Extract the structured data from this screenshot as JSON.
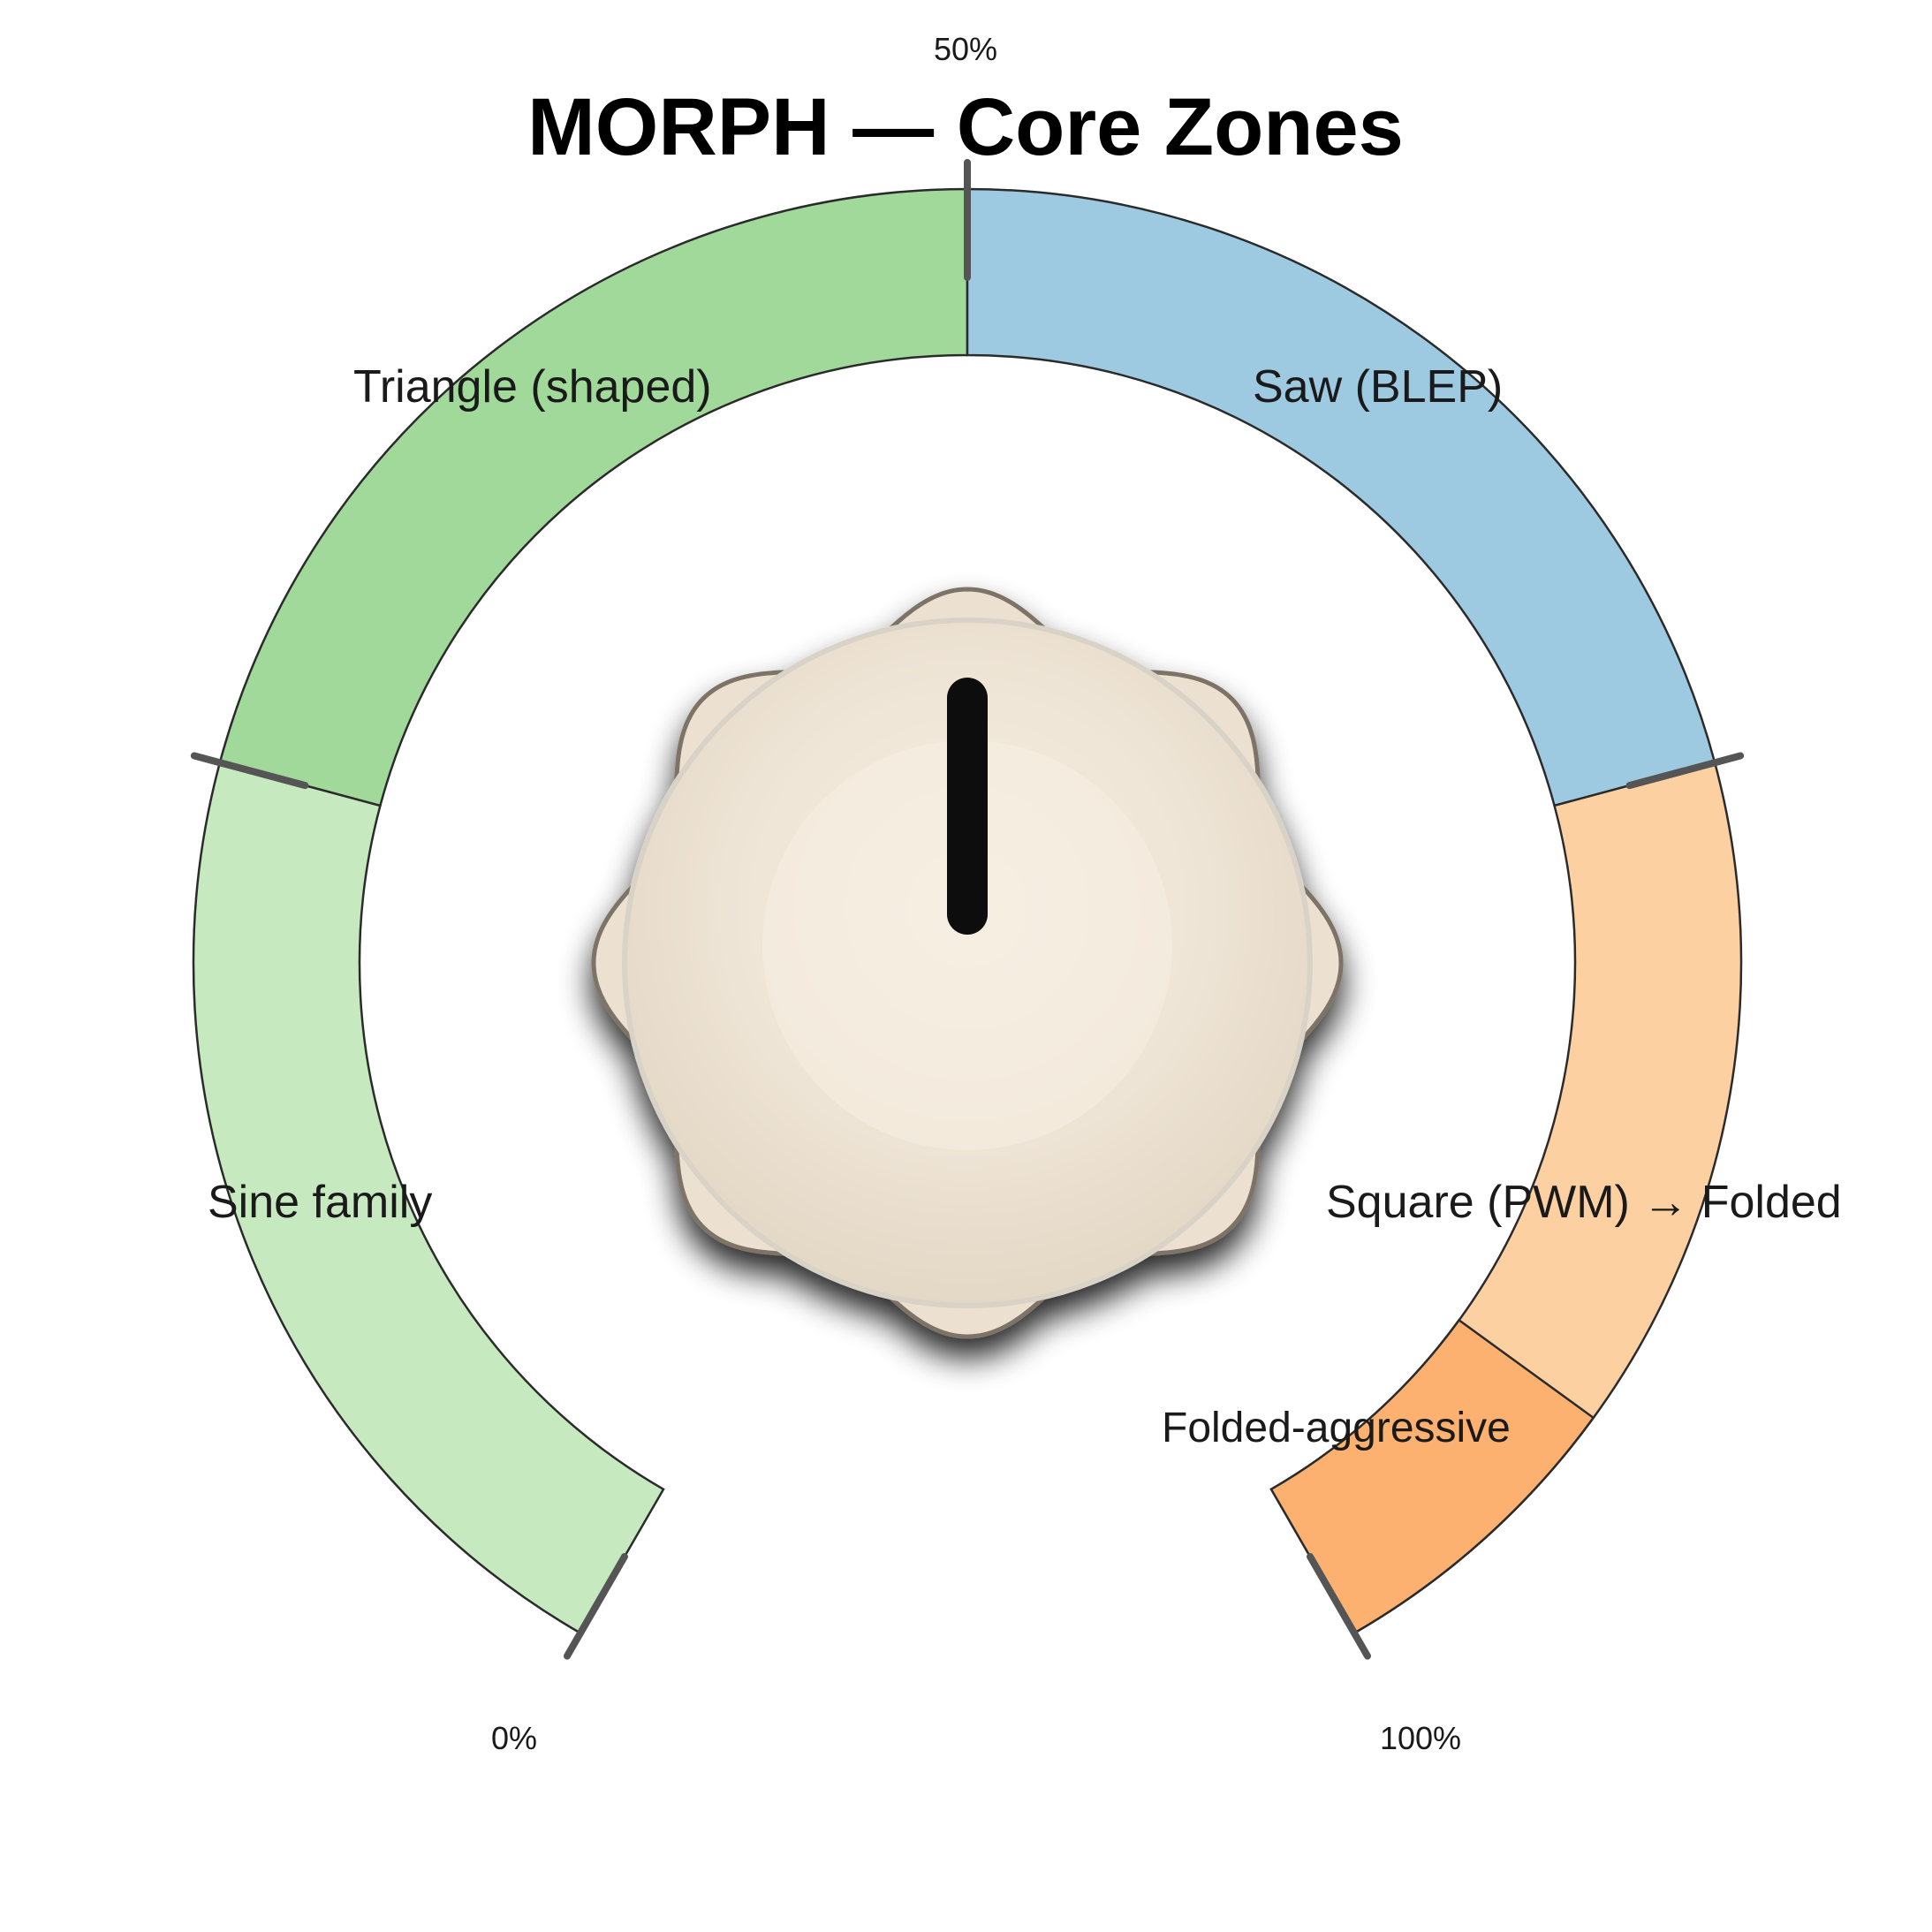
{
  "title": "MORPH — Core Zones",
  "dial": {
    "value_percent": 50,
    "tick_labels": [
      {
        "value": 0,
        "label": "0%"
      },
      {
        "value": 50,
        "label": "50%"
      },
      {
        "value": 100,
        "label": "100%"
      }
    ],
    "tick_marks": [
      0,
      25,
      50,
      75,
      100
    ]
  },
  "zones": [
    {
      "name": "Sine family",
      "start": 0,
      "end": 25,
      "color": "#c7e9c0"
    },
    {
      "name": "Triangle (shaped)",
      "start": 25,
      "end": 50,
      "color": "#a1d99b"
    },
    {
      "name": "Saw (BLEP)",
      "start": 50,
      "end": 75,
      "color": "#9ecae1"
    },
    {
      "name": "Square (PWM) → Folded",
      "start": 75,
      "end": 100,
      "color": "#fdd0a2"
    },
    {
      "name": "Folded-aggressive",
      "start": 92,
      "end": 100,
      "color": "#fdb171"
    }
  ],
  "knob": {
    "body_color": "#ece1d0",
    "edge_color": "#7d7366",
    "pointer_color": "#111111"
  }
}
